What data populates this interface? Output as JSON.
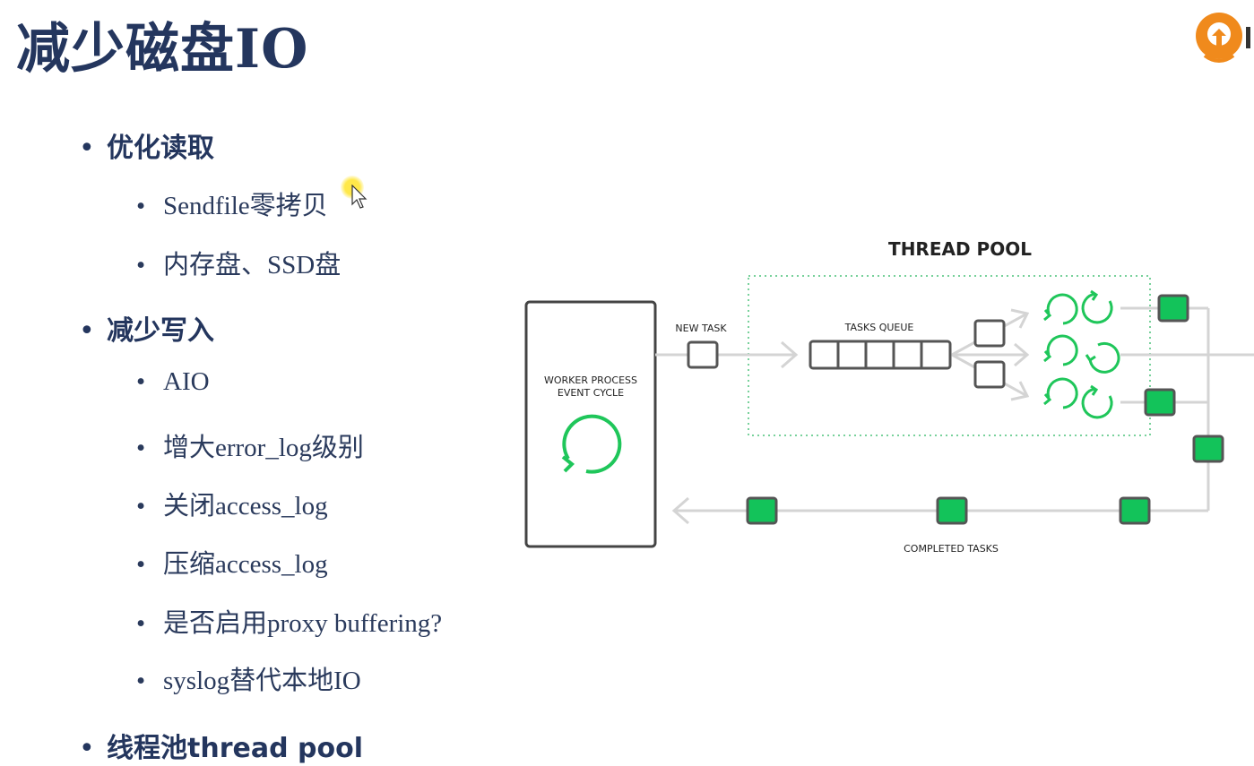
{
  "slide": {
    "title": "减少磁盘IO"
  },
  "bullets": [
    {
      "level": 1,
      "text": "优化读取"
    },
    {
      "level": 2,
      "text": "Sendfile零拷贝"
    },
    {
      "level": 2,
      "text": "内存盘、SSD盘"
    },
    {
      "level": 1,
      "text": "减少写入"
    },
    {
      "level": 2,
      "text": "AIO"
    },
    {
      "level": 2,
      "text": "增大error_log级别"
    },
    {
      "level": 2,
      "text": "关闭access_log"
    },
    {
      "level": 2,
      "text": "压缩access_log"
    },
    {
      "level": 2,
      "text": "是否启用proxy buffering?"
    },
    {
      "level": 2,
      "text": "syslog替代本地IO"
    },
    {
      "level": 1,
      "text": "线程池thread pool"
    }
  ],
  "bullet_glyph": "•",
  "diagram": {
    "title": "THREAD POOL",
    "worker_label_line1": "WORKER PROCESS",
    "worker_label_line2": "EVENT CYCLE",
    "new_task_label": "NEW TASK",
    "queue_label": "TASKS QUEUE",
    "completed_label": "COMPLETED TASKS",
    "colors": {
      "accent_green": "#1fc65a",
      "task_green": "#13c35a",
      "box_border": "#555555",
      "arrow_gray": "#d4d4d4",
      "pool_border": "#4cc27a",
      "title_navy": "#24365e",
      "logo_orange": "#f08a1c"
    }
  }
}
